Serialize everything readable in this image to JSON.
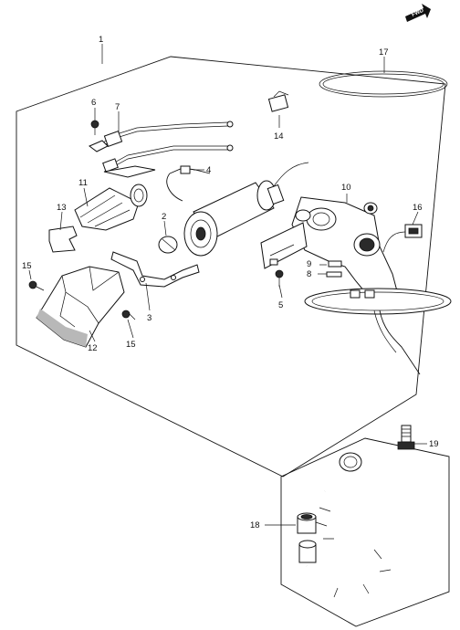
{
  "fwd_label": "FWD",
  "callouts": {
    "c1": "1",
    "c2": "2",
    "c3": "3",
    "c4": "4",
    "c5": "5",
    "c6": "6",
    "c7": "7",
    "c8": "8",
    "c9": "9",
    "c10": "10",
    "c11": "11",
    "c12": "12",
    "c13": "13",
    "c14": "14",
    "c15a": "15",
    "c15b": "15",
    "c16": "16",
    "c17": "17",
    "c18": "18",
    "c19": "19"
  }
}
